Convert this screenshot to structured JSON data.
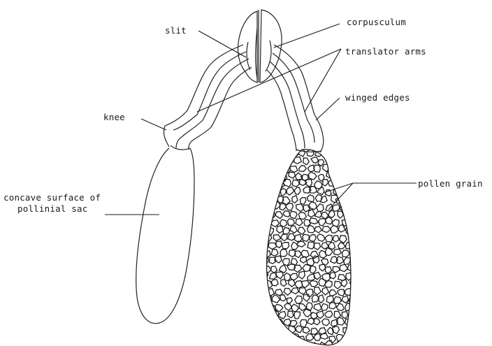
{
  "labels": {
    "slit": "slit",
    "corpusculum": "corpusculum",
    "translator_arms": "translator arms",
    "winged_edges": "winged edges",
    "knee": "knee",
    "pollen_grain": "pollen grain",
    "concave_line1": "concave surface of",
    "concave_line2": "pollinial sac"
  }
}
